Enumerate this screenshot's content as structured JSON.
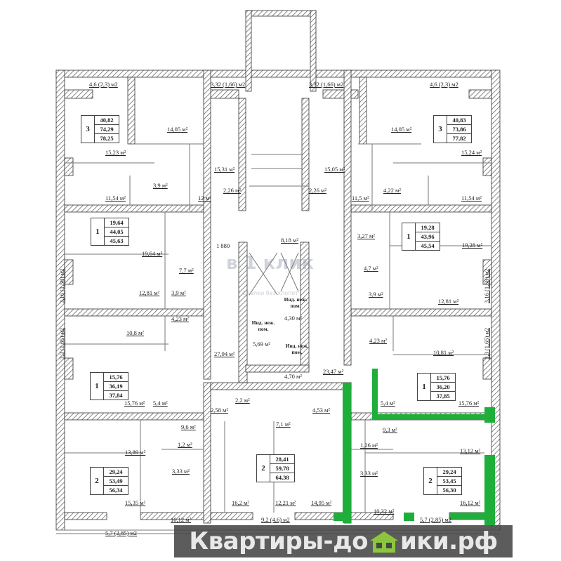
{
  "colors": {
    "highlight": "#1fae3a",
    "wall_hatch": "#555555",
    "banner_bg": "#464646",
    "house_icon": "#8cc63f"
  },
  "apartments": [
    {
      "rooms": "3",
      "living": "40,82",
      "total": "74,29",
      "total_with_balcony": "78,25"
    },
    {
      "rooms": "3",
      "living": "40,83",
      "total": "73,86",
      "total_with_balcony": "77,82"
    },
    {
      "rooms": "1",
      "living": "19,64",
      "total": "44,05",
      "total_with_balcony": "45,63"
    },
    {
      "rooms": "1",
      "living": "19,28",
      "total": "43,96",
      "total_with_balcony": "45,54"
    },
    {
      "rooms": "1",
      "living": "15,76",
      "total": "36,19",
      "total_with_balcony": "37,84"
    },
    {
      "rooms": "1",
      "living": "15,76",
      "total": "36,20",
      "total_with_balcony": "37,85"
    },
    {
      "rooms": "2",
      "living": "29,24",
      "total": "53,49",
      "total_with_balcony": "56,34"
    },
    {
      "rooms": "2",
      "living": "28,41",
      "total": "59,78",
      "total_with_balcony": "64,38"
    },
    {
      "rooms": "2",
      "living": "29,24",
      "total": "53,45",
      "total_with_balcony": "56,30"
    }
  ],
  "labels": [
    "4,6 (2,3) м2",
    "3,32 (1,66) м2",
    "14,05 м²",
    "15,23 м²",
    "15,31 м²",
    "3,9 м²",
    "2,26 м²",
    "11,54 м²",
    "12 м²",
    "3,32 (1,66) м2",
    "4,6 (2,3) м2",
    "14,05 м²",
    "15,24 м²",
    "15,05 м²",
    "2,26 м²",
    "4,22 м²",
    "11,5 м²",
    "11,54 м²",
    "8,18 м²",
    "3,27 м²",
    "27,94 м²",
    "23,47 м²",
    "19,64 м²",
    "7,7 м²",
    "12,81 м²",
    "3,9 м²",
    "4,23 м²",
    "10,8 м²",
    "15,76 м²",
    "5,4 м²",
    "19,28 м²",
    "4,7 м²",
    "3,9 м²",
    "12,81 м²",
    "4,23 м²",
    "10,81 м²",
    "5,4 м²",
    "15,76 м²",
    "2,58 м²",
    "2,2 м²",
    "9,6 м²",
    "1,2 м²",
    "13,89 м²",
    "3,33 м²",
    "15,35 м²",
    "10,12 м²",
    "5,7 (2,85) м2",
    "7,1 м²",
    "4,53 м²",
    "16,2 м²",
    "12,21 м²",
    "14,95 м²",
    "9,2 (4,6) м2",
    "9,3 м²",
    "1,26 м²",
    "13,12 м²",
    "3,33 м²",
    "16,12 м²",
    "10,32 м²",
    "5,7 (2,85) м2"
  ],
  "vertical_labels": [
    "3,16 (1,58) м2",
    "3,3 (1,65) м2",
    "3,16 (1,58) м2",
    "3,3 (1,65) м2"
  ],
  "non_residential": [
    {
      "name": "Инд. неж. пом.",
      "area": "4,30 м²"
    },
    {
      "name": "Инд. неж. пом.",
      "area": "5,69 м²"
    },
    {
      "name": "Инд. неж. пом.",
      "area": "4,70 м²"
    }
  ],
  "dimension": "1 880",
  "watermark": {
    "logo": "в 1 клик",
    "tagline": "Сделки без хлопот"
  },
  "banner": {
    "left": "Квартиры-до",
    "right": "ики.рф"
  }
}
